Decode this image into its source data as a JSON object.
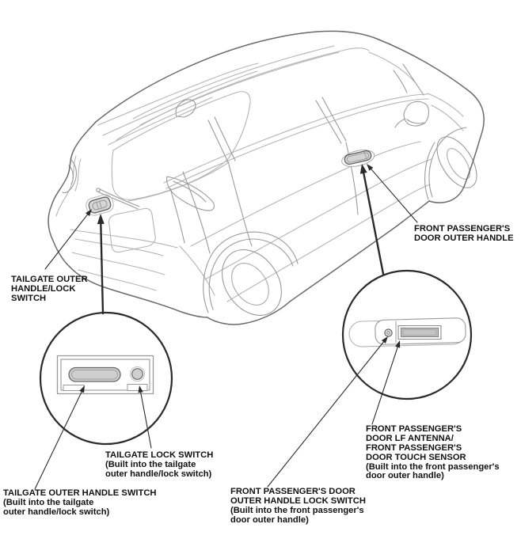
{
  "labels": {
    "tailgate_outer_handle_lock_switch": "TAILGATE OUTER\nHANDLE/LOCK\nSWITCH",
    "front_passenger_door_outer_handle": "FRONT PASSENGER'S\nDOOR OUTER HANDLE",
    "tailgate_lock_switch": "TAILGATE LOCK SWITCH\n(Built into the tailgate\nouter handle/lock switch)",
    "tailgate_outer_handle_switch": "TAILGATE OUTER HANDLE SWITCH\n(Built into the tailgate\nouter handle/lock switch)",
    "front_passenger_door_outer_handle_lock_switch": "FRONT PASSENGER'S DOOR\nOUTER HANDLE LOCK SWITCH\n(Built into the front passenger's\ndoor outer handle)",
    "front_passenger_door_lf_antenna_touch_sensor": "FRONT PASSENGER'S\nDOOR LF ANTENNA/\nFRONT PASSENGER'S\nDOOR TOUCH SENSOR\n(Built into the front passenger's\ndoor outer handle)"
  },
  "colors": {
    "background": "#ffffff",
    "label_text": "#111111",
    "callout_line": "#2a2a2a",
    "car_outline": "#6a6a6a",
    "car_detail_line": "#b4b4b4",
    "highlight_fill": "#d6d6d6"
  }
}
